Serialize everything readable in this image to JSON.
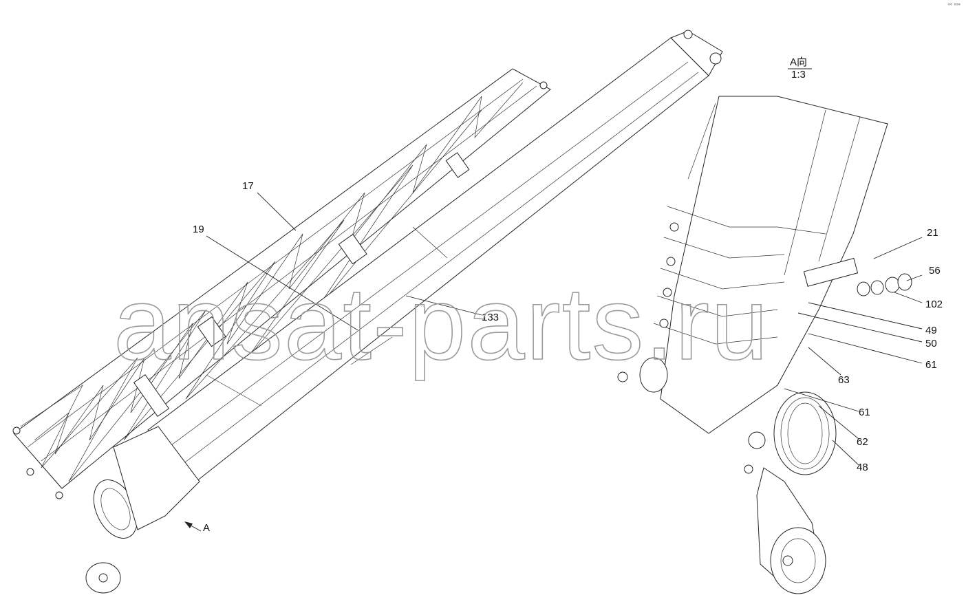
{
  "diagram": {
    "view_label": "A向",
    "scale": "1:3",
    "direction_label": "A",
    "callouts": [
      "17",
      "19",
      "133",
      "21",
      "56",
      "102",
      "49",
      "50",
      "61",
      "63",
      "61",
      "62",
      "48"
    ]
  },
  "watermark": "ansat-parts.ru",
  "corner_mark": "°° °°°",
  "colors": {
    "line": "#222222",
    "watermark": "#9a9a9a",
    "background": "#ffffff"
  }
}
